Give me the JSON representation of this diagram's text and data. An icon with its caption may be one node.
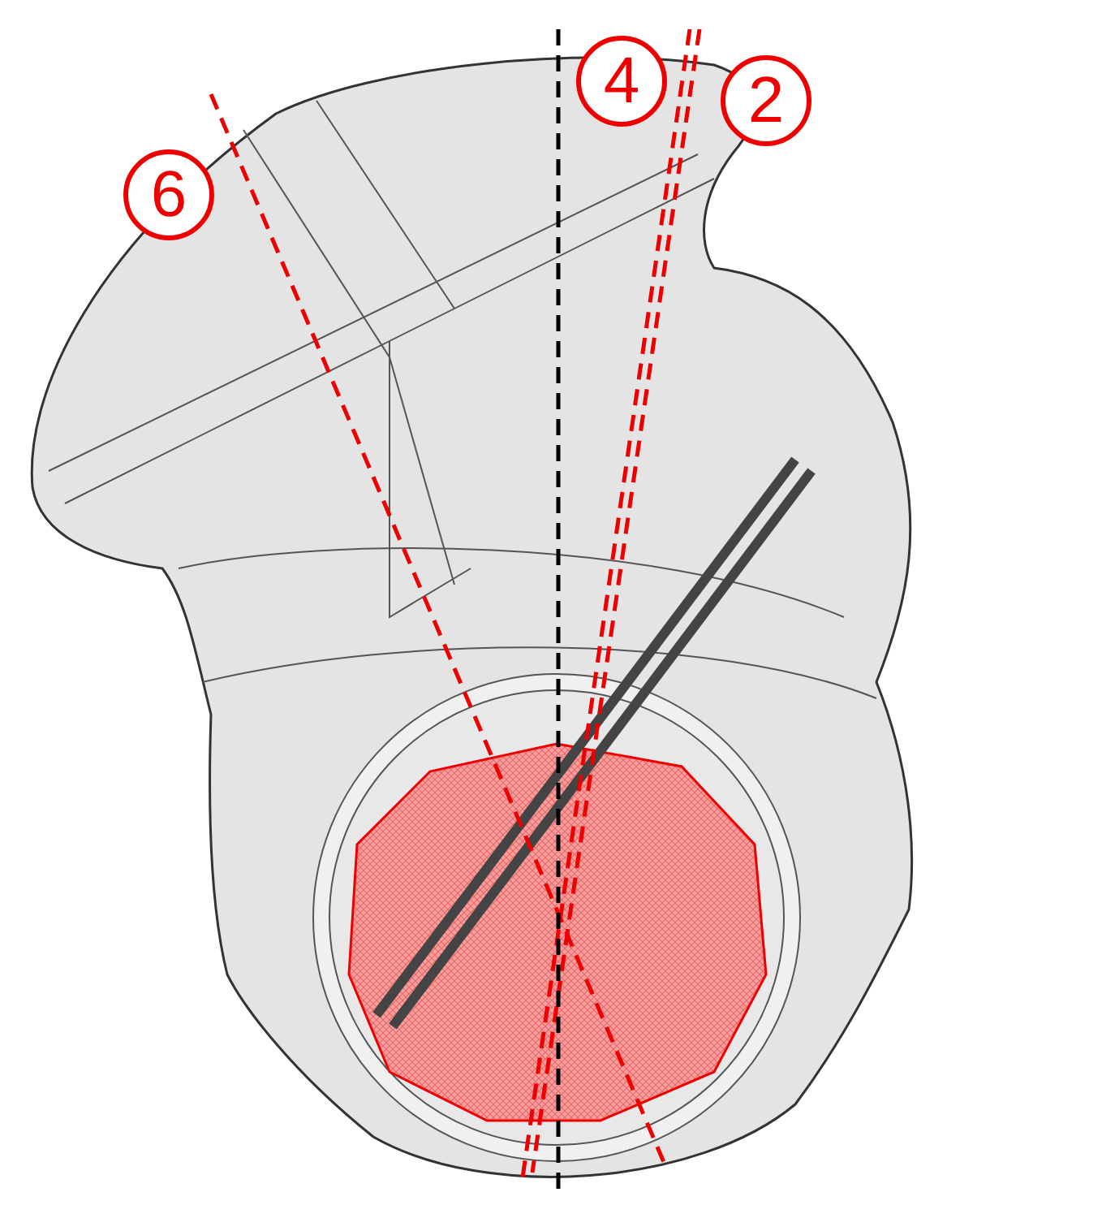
{
  "diagram": {
    "labels": [
      "4",
      "2",
      "6"
    ]
  }
}
